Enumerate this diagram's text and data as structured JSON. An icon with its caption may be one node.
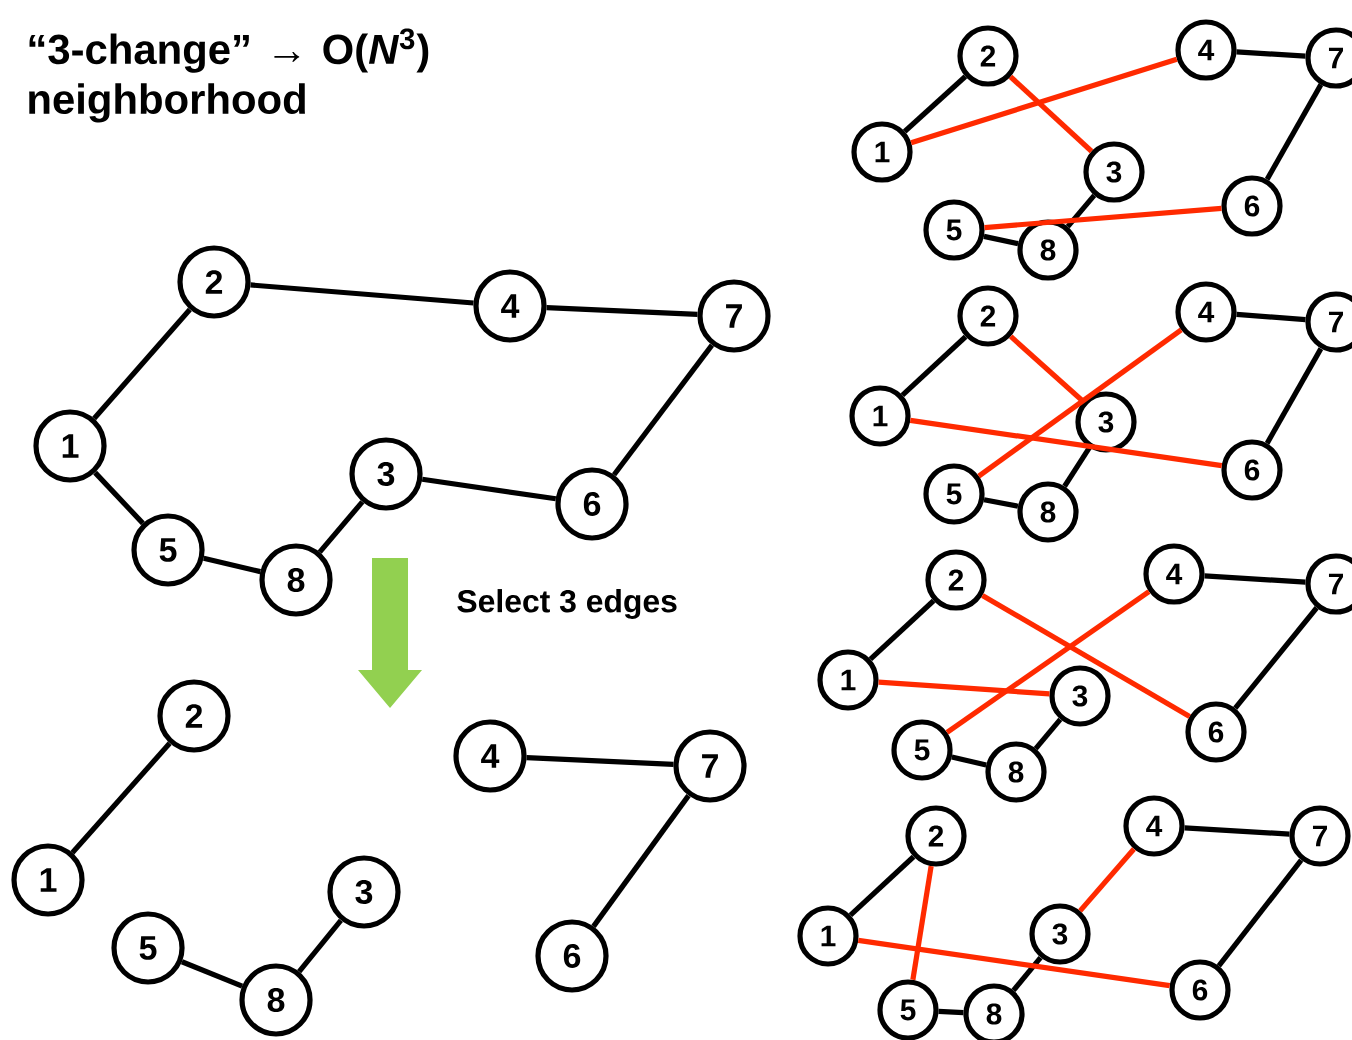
{
  "diagram": {
    "title": "“3-change” → O(*N*$^{3}$) neighborhood",
    "nodes": [
      {
        "text": [
          "1"
        ]
      },
      {
        "text": [
          "2"
        ]
      },
      {
        "text": [
          "3"
        ]
      },
      {
        "text": [
          "4"
        ]
      },
      {
        "text": [
          "5"
        ]
      },
      {
        "text": [
          "6"
        ]
      },
      {
        "text": [
          "7"
        ]
      },
      {
        "text": [
          "8"
        ]
      },
      {
        "text": [
          "1"
        ]
      },
      {
        "text": [
          "2"
        ]
      },
      {
        "text": [
          "3"
        ]
      },
      {
        "text": [
          "4"
        ]
      },
      {
        "text": [
          "5"
        ]
      },
      {
        "text": [
          "6"
        ]
      },
      {
        "text": [
          "7"
        ]
      },
      {
        "text": [
          "8"
        ]
      },
      {
        "text": [
          "1"
        ]
      },
      {
        "text": [
          "2"
        ]
      },
      {
        "text": [
          "3"
        ]
      },
      {
        "text": [
          "4"
        ]
      },
      {
        "text": [
          "5"
        ]
      },
      {
        "text": [
          "6"
        ]
      },
      {
        "text": [
          "7"
        ]
      },
      {
        "text": [
          "8"
        ]
      },
      {
        "text": [
          "1"
        ]
      },
      {
        "text": [
          "2"
        ]
      },
      {
        "text": [
          "3"
        ]
      },
      {
        "text": [
          "4"
        ]
      },
      {
        "text": [
          "5"
        ]
      },
      {
        "text": [
          "6"
        ]
      },
      {
        "text": [
          "7"
        ]
      },
      {
        "text": [
          "8"
        ]
      },
      {
        "text": [
          "1"
        ]
      },
      {
        "text": [
          "2"
        ]
      },
      {
        "text": [
          "3"
        ]
      },
      {
        "text": [
          "4"
        ]
      },
      {
        "text": [
          "5"
        ]
      },
      {
        "text": [
          "6"
        ]
      },
      {
        "text": [
          "7"
        ]
      },
      {
        "text": [
          "8"
        ]
      },
      {
        "text": [
          "1"
        ]
      },
      {
        "text": [
          "2"
        ]
      },
      {
        "text": [
          "3"
        ]
      },
      {
        "text": [
          "4"
        ]
      },
      {
        "text": [
          "5"
        ]
      },
      {
        "text": [
          "6"
        ]
      },
      {
        "text": [
          "7"
        ]
      },
      {
        "text": [
          "8"
        ]
      }
    ],
    "edges": [
      {
        "from": 0,
        "to": 1,
        "arrow": "none"
      },
      {
        "from": 1,
        "to": 3,
        "arrow": "none"
      },
      {
        "from": 3,
        "to": 6,
        "arrow": "none"
      },
      {
        "from": 6,
        "to": 5,
        "arrow": "none"
      },
      {
        "from": 5,
        "to": 2,
        "arrow": "none"
      },
      {
        "from": 2,
        "to": 7,
        "arrow": "none"
      },
      {
        "from": 7,
        "to": 4,
        "arrow": "none"
      },
      {
        "from": 4,
        "to": 0,
        "arrow": "none"
      },
      {
        "from": 8,
        "to": 9,
        "arrow": "none"
      },
      {
        "from": 11,
        "to": 14,
        "arrow": "none"
      },
      {
        "from": 14,
        "to": 13,
        "arrow": "none"
      },
      {
        "from": 12,
        "to": 15,
        "arrow": "none"
      },
      {
        "from": 15,
        "to": 10,
        "arrow": "none"
      },
      {
        "from": 16,
        "to": 17,
        "arrow": "none"
      },
      {
        "from": 19,
        "to": 22,
        "arrow": "none"
      },
      {
        "from": 22,
        "to": 21,
        "arrow": "none"
      },
      {
        "from": 18,
        "to": 23,
        "arrow": "none"
      },
      {
        "from": 20,
        "to": 23,
        "arrow": "none"
      },
      {
        "from": 16,
        "to": 19,
        "arrow": "none",
        "color": "#ff2a00"
      },
      {
        "from": 17,
        "to": 18,
        "arrow": "none",
        "color": "#ff2a00"
      },
      {
        "from": 20,
        "to": 21,
        "arrow": "none",
        "color": "#ff2a00"
      },
      {
        "from": 24,
        "to": 25,
        "arrow": "none"
      },
      {
        "from": 27,
        "to": 30,
        "arrow": "none"
      },
      {
        "from": 30,
        "to": 29,
        "arrow": "none"
      },
      {
        "from": 26,
        "to": 31,
        "arrow": "none"
      },
      {
        "from": 28,
        "to": 31,
        "arrow": "none"
      },
      {
        "from": 25,
        "to": 26,
        "arrow": "none",
        "color": "#ff2a00"
      },
      {
        "from": 27,
        "to": 28,
        "arrow": "none",
        "color": "#ff2a00"
      },
      {
        "from": 24,
        "to": 29,
        "arrow": "none",
        "color": "#ff2a00"
      },
      {
        "from": 32,
        "to": 33,
        "arrow": "none"
      },
      {
        "from": 35,
        "to": 38,
        "arrow": "none"
      },
      {
        "from": 38,
        "to": 37,
        "arrow": "none"
      },
      {
        "from": 34,
        "to": 39,
        "arrow": "none"
      },
      {
        "from": 36,
        "to": 39,
        "arrow": "none"
      },
      {
        "from": 33,
        "to": 37,
        "arrow": "none",
        "color": "#ff2a00"
      },
      {
        "from": 35,
        "to": 36,
        "arrow": "none",
        "color": "#ff2a00"
      },
      {
        "from": 32,
        "to": 34,
        "arrow": "none",
        "color": "#ff2a00"
      },
      {
        "from": 40,
        "to": 41,
        "arrow": "none"
      },
      {
        "from": 43,
        "to": 46,
        "arrow": "none"
      },
      {
        "from": 46,
        "to": 45,
        "arrow": "none"
      },
      {
        "from": 42,
        "to": 47,
        "arrow": "none"
      },
      {
        "from": 44,
        "to": 47,
        "arrow": "none"
      },
      {
        "from": 40,
        "to": 45,
        "arrow": "none",
        "color": "#ff2a00"
      },
      {
        "from": 41,
        "to": 44,
        "arrow": "none",
        "color": "#ff2a00"
      },
      {
        "from": 42,
        "to": 43,
        "arrow": "none",
        "color": "#ff2a00"
      }
    ],
    "labels": [
      "Select 3 edges"
    ]
  }
}
